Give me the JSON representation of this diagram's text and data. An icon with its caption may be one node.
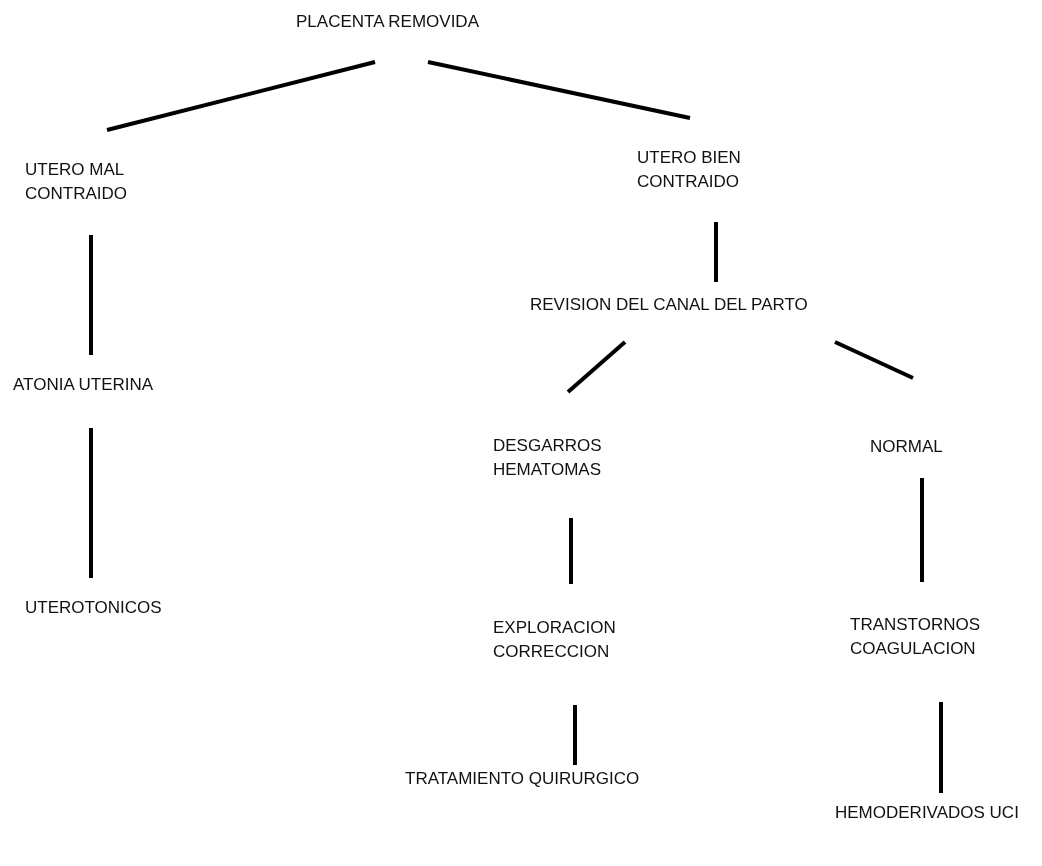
{
  "diagram": {
    "nodes": [
      {
        "text": [
          "PLACENTA REMOVIDA"
        ]
      },
      {
        "text": [
          "UTERO MAL CONTRAIDO"
        ]
      },
      {
        "text": [
          "UTERO BIEN CONTRAIDO"
        ]
      },
      {
        "text": [
          "REVISION DEL CANAL DEL PARTO"
        ]
      },
      {
        "text": [
          "ATONIA UTERINA"
        ]
      },
      {
        "text": [
          "UTEROTONICOS"
        ]
      },
      {
        "text": [
          "DESGARROS HEMATOMAS"
        ]
      },
      {
        "text": [
          "NORMAL"
        ]
      },
      {
        "text": [
          "EXPLORACION CORRECCION"
        ]
      },
      {
        "text": [
          "TRANSTORNOS COAGULACION"
        ]
      },
      {
        "text": [
          "TRATAMIENTO QUIRURGICO"
        ]
      },
      {
        "text": [
          "HEMODERIVADOS UCI"
        ]
      }
    ],
    "edges": [
      {
        "from": 0,
        "to": 1,
        "arrow": "none"
      },
      {
        "from": 0,
        "to": 2,
        "arrow": "none"
      },
      {
        "from": 1,
        "to": 4,
        "arrow": "none"
      },
      {
        "from": 2,
        "to": 3,
        "arrow": "none"
      },
      {
        "from": 4,
        "to": 5,
        "arrow": "none"
      },
      {
        "from": 3,
        "to": 6,
        "arrow": "none"
      },
      {
        "from": 3,
        "to": 7,
        "arrow": "none"
      },
      {
        "from": 6,
        "to": 8,
        "arrow": "none"
      },
      {
        "from": 7,
        "to": 9,
        "arrow": "none"
      },
      {
        "from": 8,
        "to": 10,
        "arrow": "none"
      },
      {
        "from": 9,
        "to": 11,
        "arrow": "none"
      }
    ]
  }
}
